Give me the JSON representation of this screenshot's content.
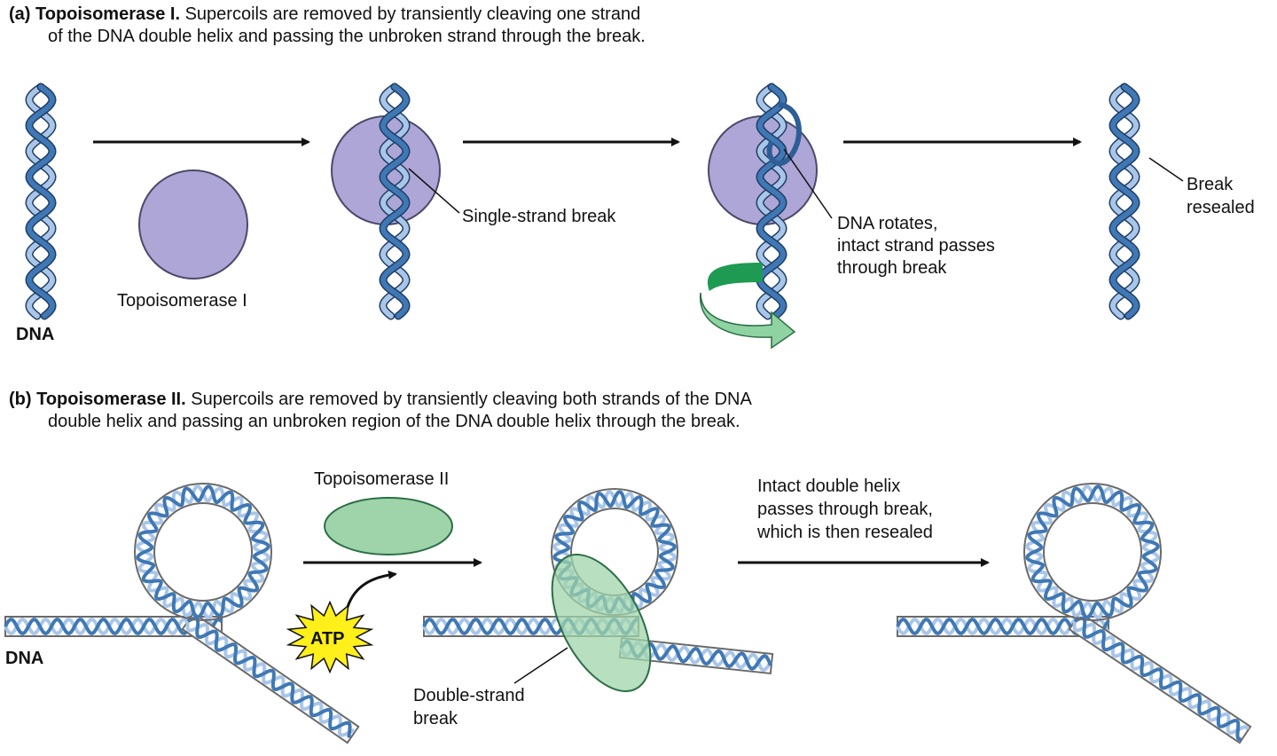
{
  "panel_a": {
    "caption_label": "(a)",
    "caption_title": "Topoisomerase I.",
    "caption_line1": "Supercoils are removed by transiently cleaving one strand",
    "caption_line2": "of the DNA double helix and passing the unbroken strand through the break.",
    "label_dna": "DNA",
    "label_enzyme": "Topoisomerase I",
    "label_single_break": "Single-strand break",
    "label_rotates_1": "DNA rotates,",
    "label_rotates_2": "intact strand passes",
    "label_rotates_3": "through break",
    "label_resealed_1": "Break",
    "label_resealed_2": "resealed"
  },
  "panel_b": {
    "caption_label": "(b)",
    "caption_title": "Topoisomerase II.",
    "caption_line1": "Supercoils are removed by transiently cleaving both strands of the DNA",
    "caption_line2": "double helix and passing an unbroken region of the DNA double helix through the break.",
    "label_enzyme": "Topoisomerase II",
    "label_dna": "DNA",
    "label_atp": "ATP",
    "label_double_break_1": "Double-strand",
    "label_double_break_2": "break",
    "label_intact_1": "Intact double helix",
    "label_intact_2": "passes through break,",
    "label_intact_3": "which is then resealed"
  },
  "colors": {
    "dna_strand": "#3f78b5",
    "dna_strand_light": "#a9c6e8",
    "topo1": "#ada6d6",
    "topo2": "#9fd4ab",
    "rotation_arrow": "#2f9e5a",
    "atp_burst": "#ffef1a"
  }
}
